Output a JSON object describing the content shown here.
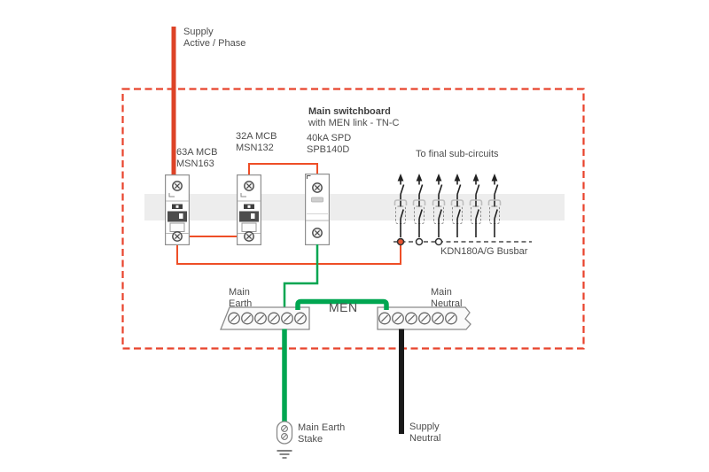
{
  "title": {
    "name": "Main switchboard",
    "subtitle": "with MEN link - TN-C"
  },
  "supply": {
    "active_line1": "Supply",
    "active_line2": "Active / Phase",
    "neutral_line1": "Supply",
    "neutral_line2": "Neutral"
  },
  "devices": {
    "main_mcb": {
      "rating": "63A MCB",
      "model": "MSN163"
    },
    "sub_mcb": {
      "rating": "32A MCB",
      "model": "MSN132"
    },
    "spd": {
      "rating": "40kA SPD",
      "model": "SPB140D"
    }
  },
  "subcircuits": {
    "heading": "To final sub-circuits",
    "count": 6,
    "busbar": "KDN180A/G Busbar"
  },
  "bars": {
    "earth_line1": "Main",
    "earth_line2": "Earth",
    "neutral_line1": "Main",
    "neutral_line2": "Neutral",
    "men": "MEN"
  },
  "earth_stake": {
    "line1": "Main Earth",
    "line2": "Stake"
  },
  "colors": {
    "active_wire": "#ee4e27",
    "active_wire_thick": "#dd4327",
    "earth_wire": "#00a651",
    "neutral_wire": "#1a1a1a",
    "boundary": "#e8432c",
    "din_rail": "#ededed",
    "text": "#4d4d4d"
  }
}
